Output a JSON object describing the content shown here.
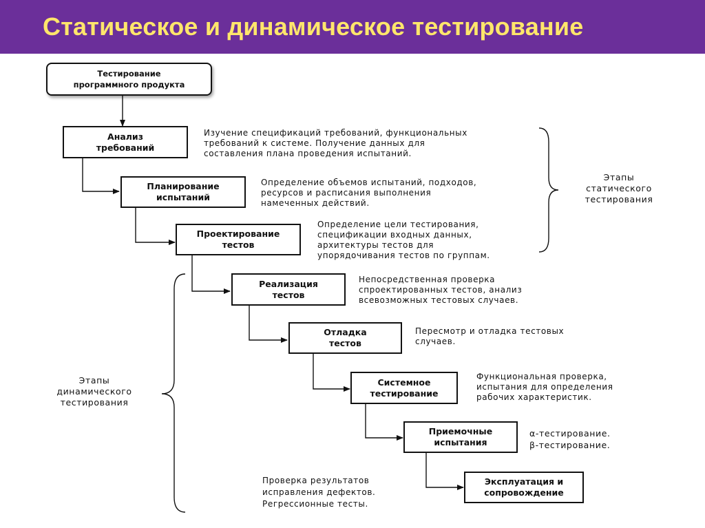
{
  "title": "Статическое и динамическое тестирование",
  "colors": {
    "header_bg": "#6b2f9a",
    "title": "#ffe66b",
    "line": "#111111"
  },
  "boxes": [
    "Тестирование\nпрограммного продукта",
    "Анализ\nтребований",
    "Планирование\nиспытаний",
    "Проектирование\nтестов",
    "Реализация\nтестов",
    "Отладка\nтестов",
    "Системное\nтестирование",
    "Приемочные\nиспытания",
    "Эксплуатация и\nсопровождение"
  ],
  "descriptions": [
    "Изучение спецификаций требований, функциональных\nтребований к системе. Получение данных для\nсоставления плана проведения испытаний.",
    "Определение объемов испытаний, подходов,\nресурсов и расписания выполнения\nнамеченных действий.",
    "Определение цели тестирования,\nспецификации входных данных,\nархитектуры тестов для\nупорядочивания тестов по группам.",
    "Непосредственная проверка\nспроектированных тестов, анализ\nвсевозможных тестовых случаев.",
    "Пересмотр и отладка тестовых\nслучаев.",
    "Функциональная проверка,\nиспытания для определения\nрабочих характеристик.",
    "α-тестирование.\nβ-тестирование.",
    "Проверка результатов\nисправления дефектов.\nРегрессионные тесты."
  ],
  "groups": {
    "static": "Этапы\nстатического\nтестирования",
    "dynamic": "Этапы\nдинамического\nтестирования"
  }
}
